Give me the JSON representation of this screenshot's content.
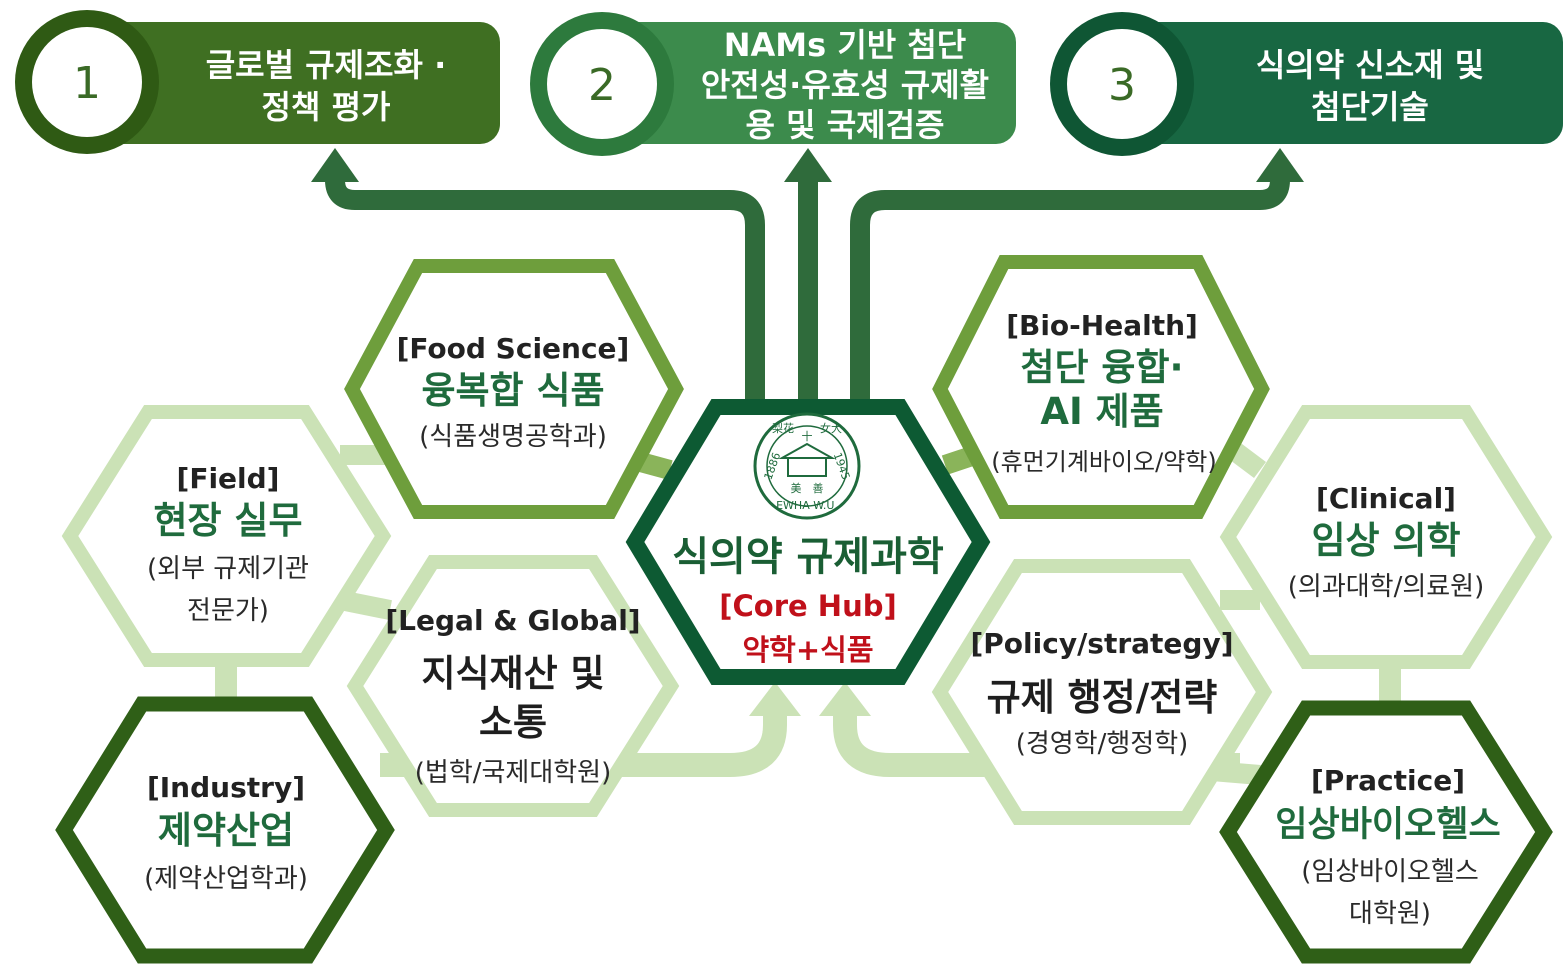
{
  "colors": {
    "goal1": "#3f6f22",
    "goal2": "#3c8b4c",
    "goal3": "#186742",
    "arrow": "#2f6b3b",
    "hub": "#0d5a33",
    "mid": "#6e9e3c",
    "light": "#cbe2b6",
    "dark": "#2f5f17",
    "hub_text": "#1f6b3d",
    "hub_sub": "#c0101a"
  },
  "goals": [
    {
      "number": "1",
      "line1": "글로벌 규제조화 ·",
      "line2": "정책 평가",
      "line3": ""
    },
    {
      "number": "2",
      "line1": "NAMs 기반 첨단",
      "line2": "안전성·유효성 규제활",
      "line3": "용 및 국제검증"
    },
    {
      "number": "3",
      "line1": "식의약 신소재 및",
      "line2": "첨단기술",
      "line3": ""
    }
  ],
  "hub": {
    "title": "식의약 규제과학",
    "tag": "[Core Hub]",
    "sub": "약학+식품",
    "seal": {
      "year_left": "1886",
      "year_right": "1945",
      "top_left": "梨花",
      "top_right": "女大",
      "center_top": "十",
      "bottom_left": "美",
      "bottom_right": "善",
      "bottom_arc": "EWHA W.U."
    }
  },
  "nodes": {
    "food": {
      "tag": "[Food Science]",
      "line1": "융복합 식품",
      "line2": "",
      "sub1": "(식품생명공학과)",
      "sub2": ""
    },
    "field": {
      "tag": "[Field]",
      "line1": "현장 실무",
      "line2": "",
      "sub1": "(외부 규제기관",
      "sub2": "전문가)"
    },
    "legal": {
      "tag": "[Legal & Global]",
      "line1": "지식재산 및",
      "line2": "소통",
      "sub1": "(법학/국제대학원)",
      "sub2": ""
    },
    "industry": {
      "tag": "[Industry]",
      "line1": "제약산업",
      "line2": "",
      "sub1": "(제약산업학과)",
      "sub2": ""
    },
    "bio": {
      "tag": "[Bio-Health]",
      "line1": "첨단 융합·",
      "line2": "AI 제품",
      "sub1": "(휴먼기계바이오/약학)",
      "sub2": ""
    },
    "clinical": {
      "tag": "[Clinical]",
      "line1": "임상 의학",
      "line2": "",
      "sub1": "(의과대학/의료원)",
      "sub2": ""
    },
    "policy": {
      "tag": "[Policy/strategy]",
      "line1": "규제 행정/전략",
      "line2": "",
      "sub1": "(경영학/행정학)",
      "sub2": ""
    },
    "practice": {
      "tag": "[Practice]",
      "line1": "임상바이오헬스",
      "line2": "",
      "sub1": "(임상바이오헬스",
      "sub2": "대학원)"
    }
  }
}
